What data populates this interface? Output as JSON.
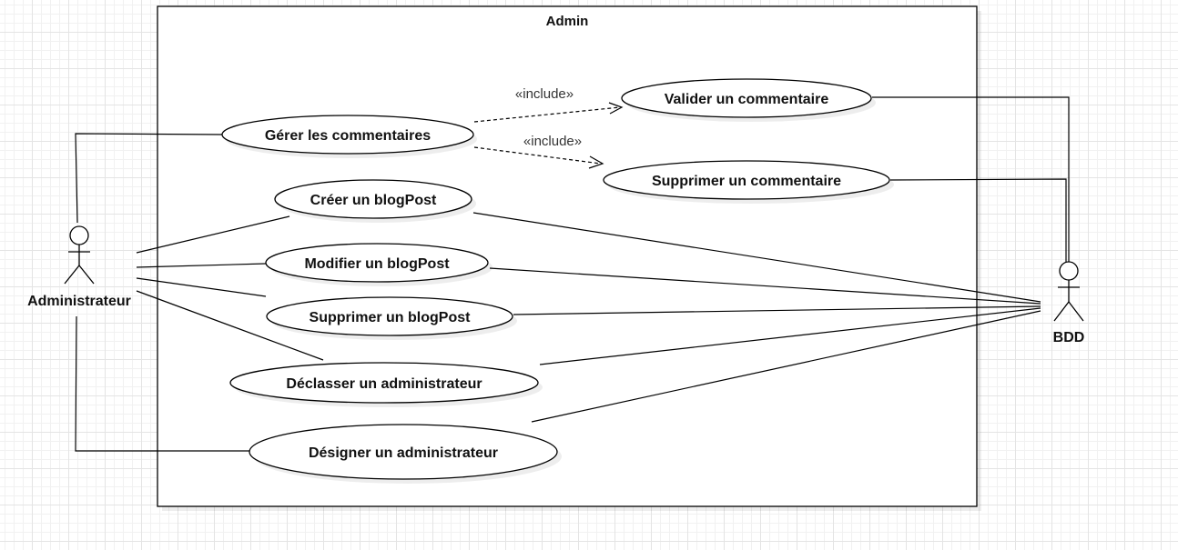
{
  "system": {
    "title": "Admin"
  },
  "actors": {
    "admin": {
      "label": "Administrateur"
    },
    "bdd": {
      "label": "BDD"
    }
  },
  "use_cases": {
    "gerer_commentaires": "Gérer les commentaires",
    "valider_commentaire": "Valider un commentaire",
    "supprimer_commentaire": "Supprimer un commentaire",
    "creer_blogpost": "Créer un blogPost",
    "modifier_blogpost": "Modifier un blogPost",
    "supprimer_blogpost": "Supprimer un blogPost",
    "declasser_admin": "Déclasser un administrateur",
    "designer_admin": "Désigner un administrateur"
  },
  "relations": {
    "include_1": "«include»",
    "include_2": "«include»"
  }
}
